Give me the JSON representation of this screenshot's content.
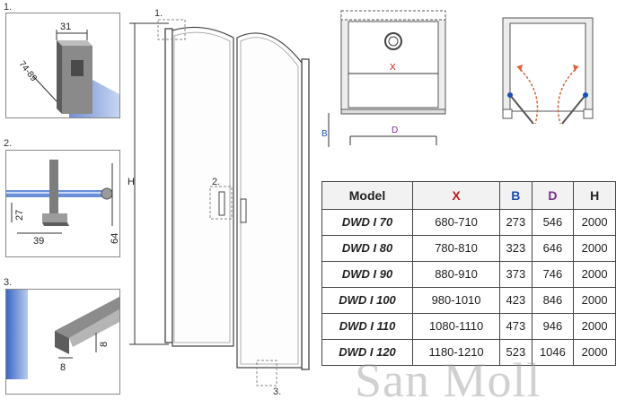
{
  "details": [
    {
      "number": "1.",
      "dims": [
        "31",
        "74-89"
      ]
    },
    {
      "number": "2.",
      "dims": [
        "27",
        "39",
        "64"
      ]
    },
    {
      "number": "3.",
      "dims": [
        "8",
        "8"
      ]
    }
  ],
  "main_drawing": {
    "height_label": "H",
    "callouts": [
      "1.",
      "2.",
      "3."
    ]
  },
  "plan_view": {
    "x_label": "X",
    "b_label": "B",
    "d_label": "D"
  },
  "table": {
    "headers": [
      "Model",
      "X",
      "B",
      "D",
      "H"
    ],
    "rows": [
      [
        "DWD I 70",
        "680-710",
        "273",
        "546",
        "2000"
      ],
      [
        "DWD I 80",
        "780-810",
        "323",
        "646",
        "2000"
      ],
      [
        "DWD I 90",
        "880-910",
        "373",
        "746",
        "2000"
      ],
      [
        "DWD I 100",
        "980-1010",
        "423",
        "846",
        "2000"
      ],
      [
        "DWD I 110",
        "1080-1110",
        "473",
        "946",
        "2000"
      ],
      [
        "DWD I 120",
        "1180-1210",
        "523",
        "1046",
        "2000"
      ]
    ]
  },
  "watermark": "San Moll",
  "colors": {
    "x": "#d0141c",
    "b": "#1b4fb0",
    "d": "#7b2a8e",
    "arrow": "#e0603a"
  }
}
